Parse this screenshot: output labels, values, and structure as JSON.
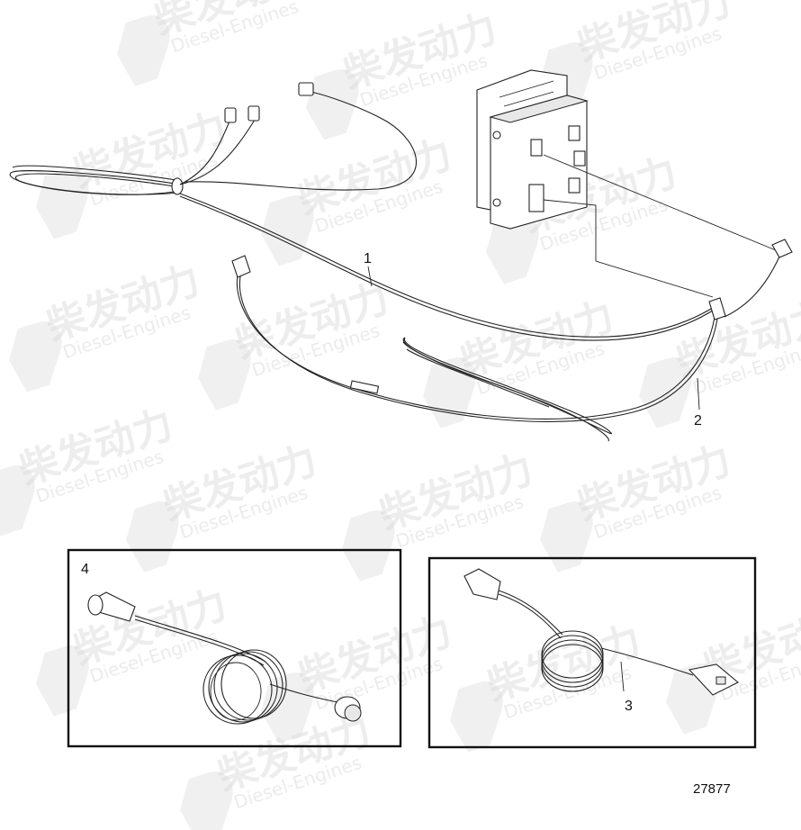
{
  "diagram": {
    "callouts": {
      "item1": "1",
      "item2": "2",
      "item3": "3",
      "item4": "4"
    },
    "reference_number": "27877"
  },
  "watermark": {
    "logo_text_cn": "柴发动力",
    "logo_text_en": "Diesel-Engines"
  }
}
